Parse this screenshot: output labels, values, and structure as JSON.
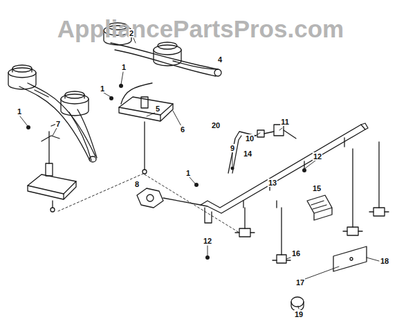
{
  "diagram": {
    "labels": [
      "AppliancePartsPros.com",
      "2",
      "1",
      "4",
      "1",
      "20",
      "10",
      "11",
      "12",
      "5",
      "6",
      "1",
      "7",
      "9",
      "14",
      "13",
      "1",
      "8",
      "15",
      "12",
      "16",
      "17",
      "18",
      "19"
    ]
  }
}
